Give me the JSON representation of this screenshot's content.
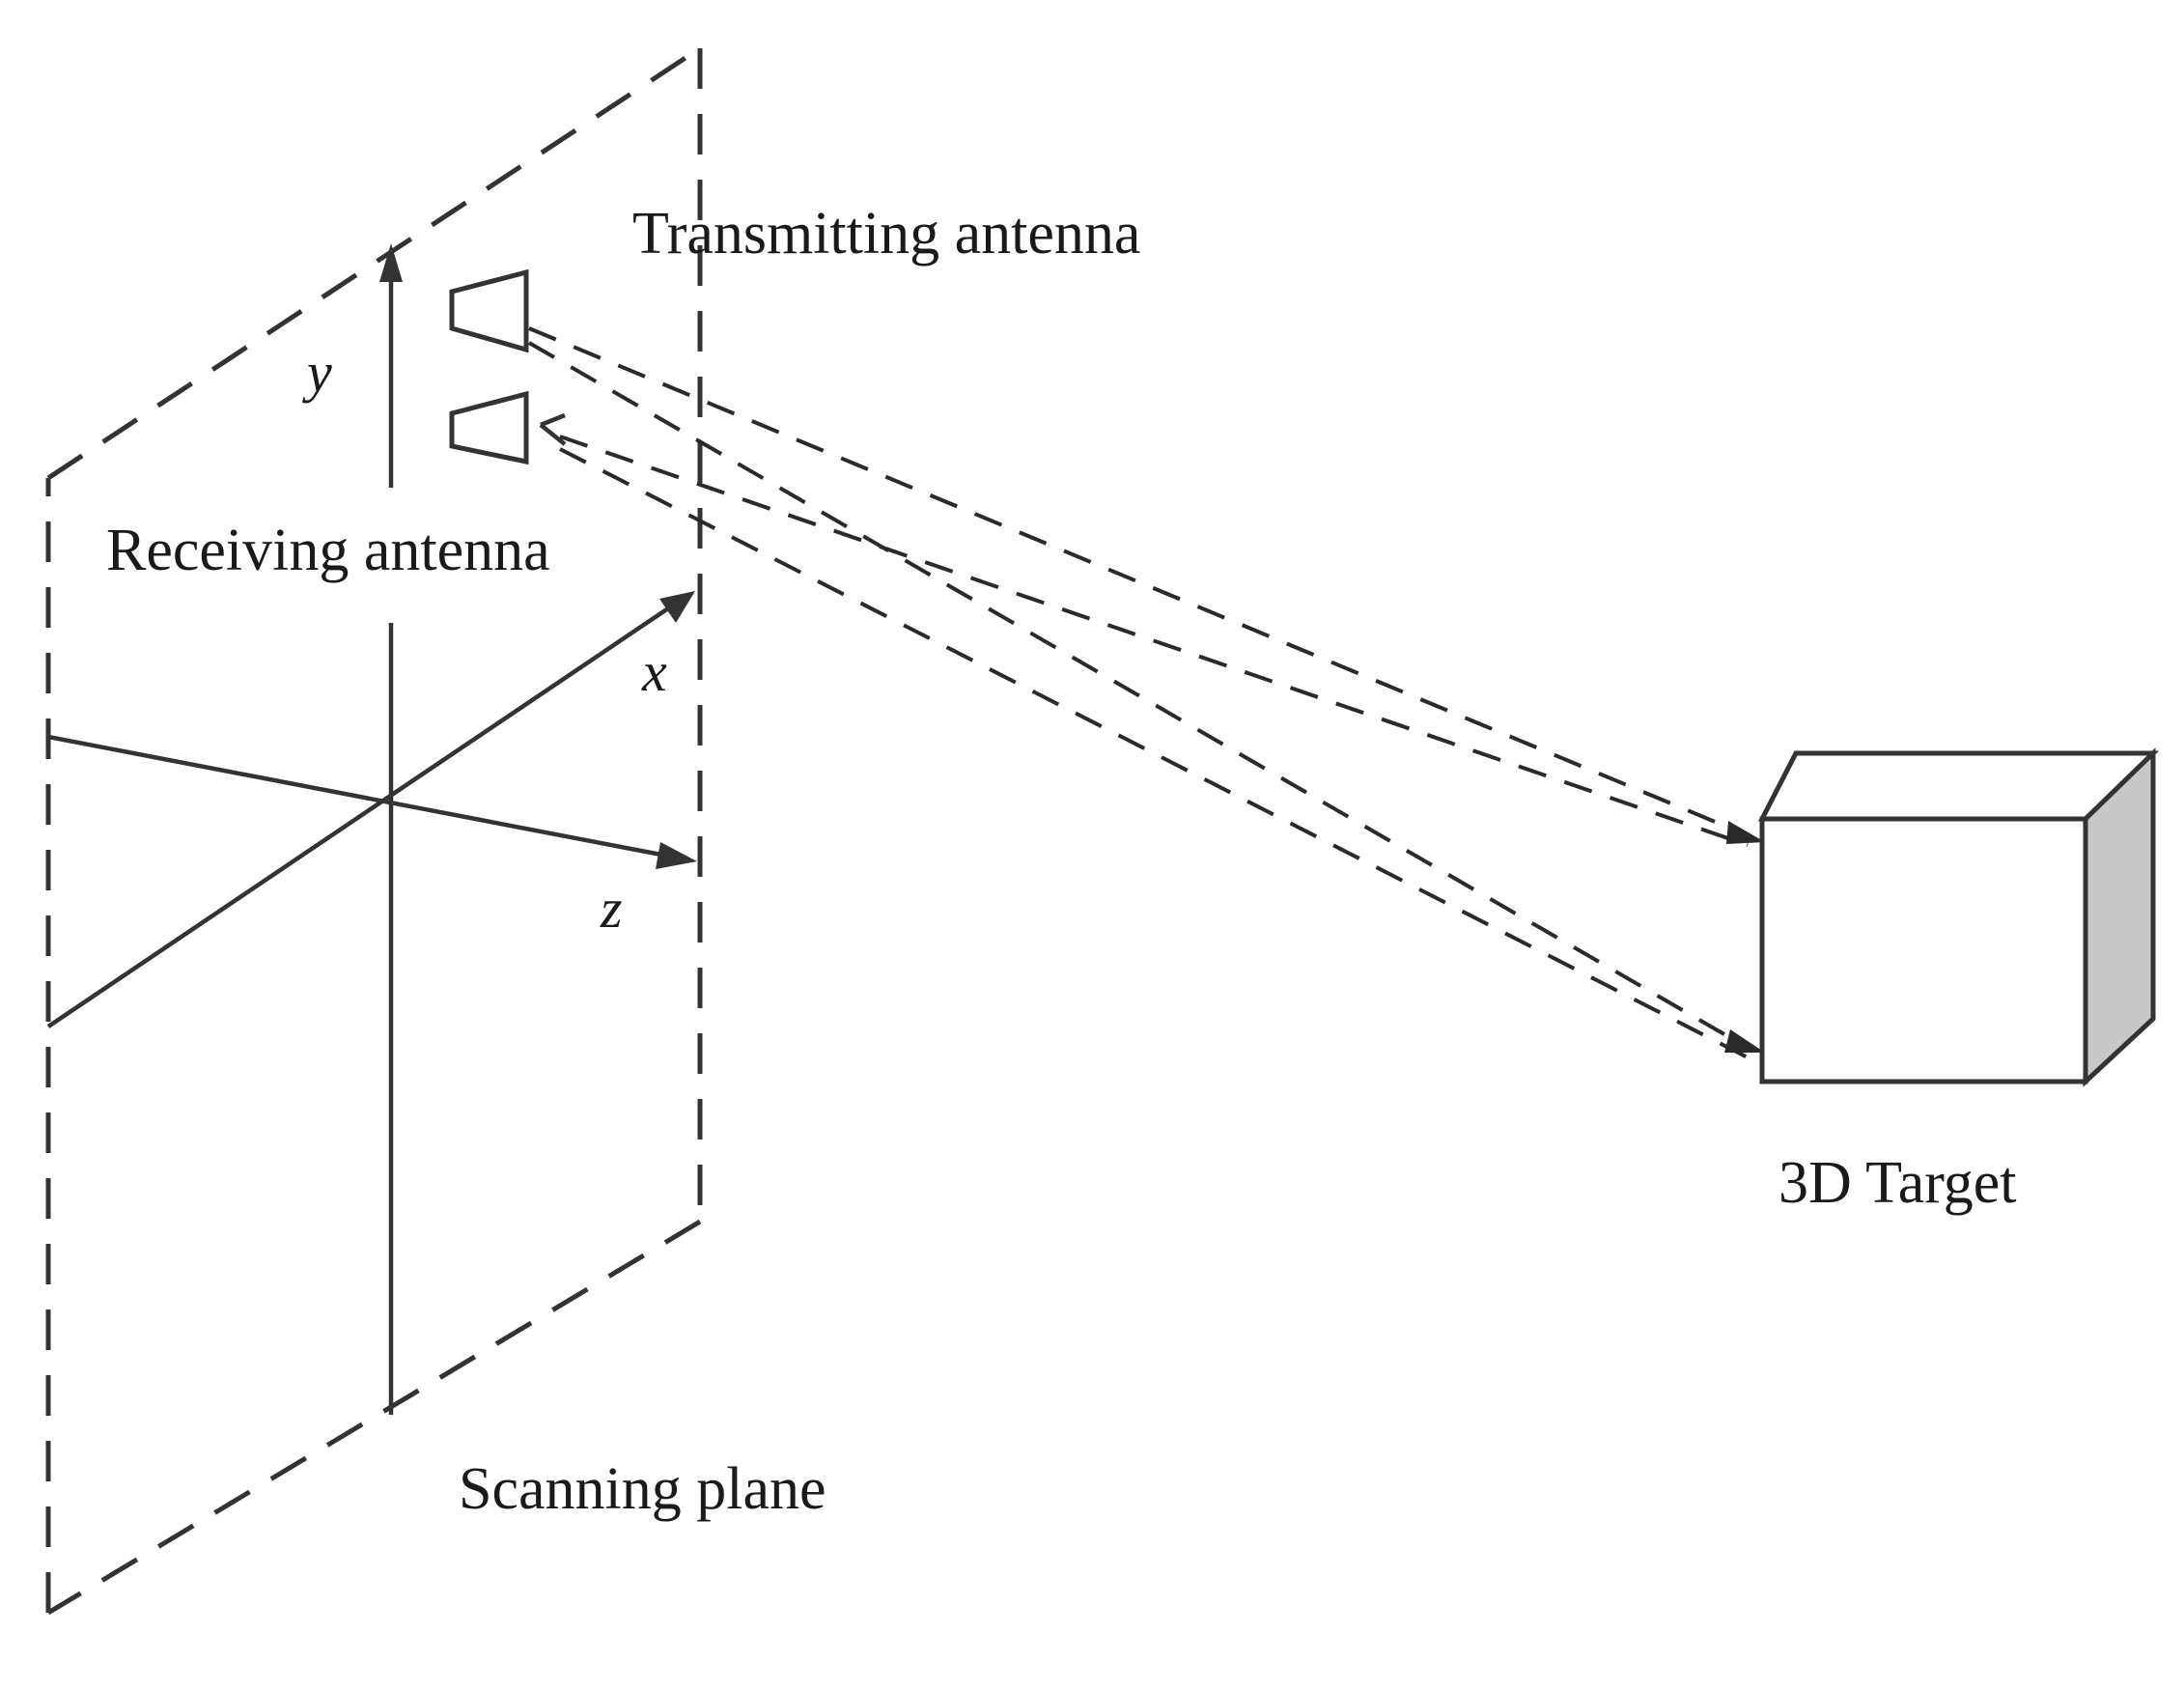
{
  "labels": {
    "transmitting_antenna": "Transmitting antenna",
    "receiving_antenna": "Receiving antenna",
    "scanning_plane": "Scanning plane",
    "target": "3D Target"
  },
  "axes": {
    "x": "x",
    "y": "y",
    "z": "z"
  },
  "colors": {
    "line": "#333333",
    "target_side": "#c8c8c8",
    "background": "#ffffff"
  }
}
